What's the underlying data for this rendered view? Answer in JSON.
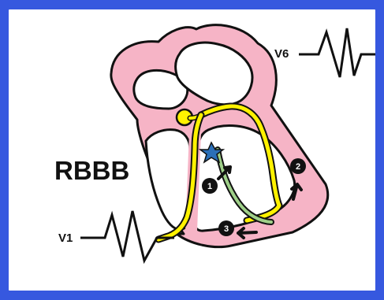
{
  "diagram": {
    "title": "RBBB",
    "leads": [
      {
        "label": "V6"
      },
      {
        "label": "V1"
      }
    ],
    "markers": [
      {
        "number": "1"
      },
      {
        "number": "2"
      },
      {
        "number": "3"
      }
    ],
    "colors": {
      "background": "#3658df",
      "panel": "#ffffff",
      "heart_wall": "#f6b4c6",
      "outline": "#111111",
      "conduction_yellow": "#fff200",
      "conduction_green": "#9fd089",
      "block_star": "#2b6fb8"
    }
  }
}
